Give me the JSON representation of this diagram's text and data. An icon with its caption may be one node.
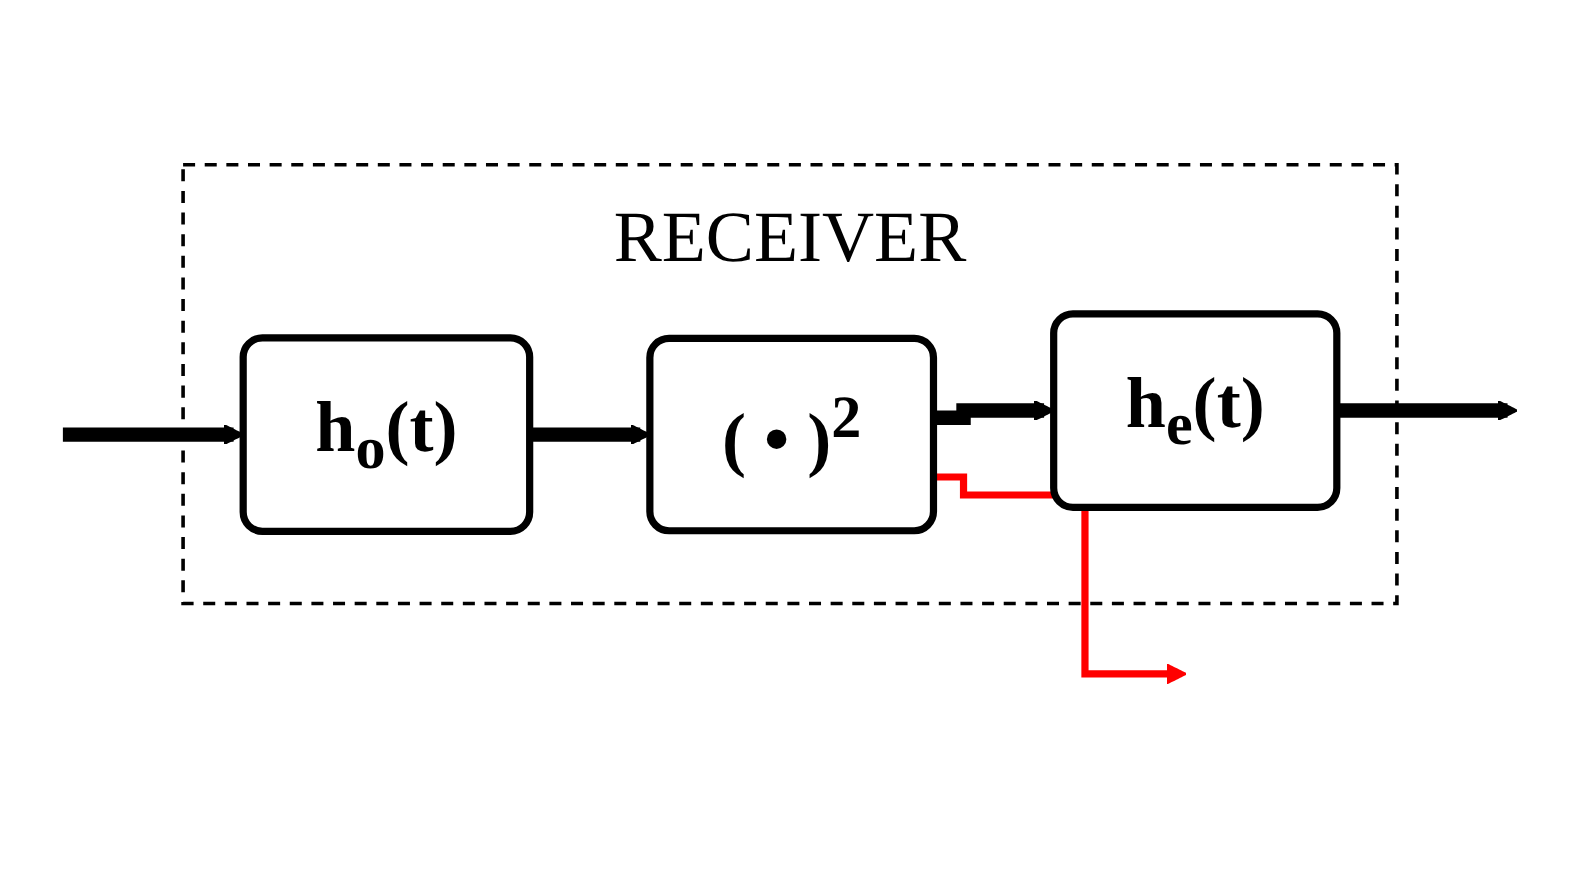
{
  "diagram": {
    "nodes": [
      {
        "text": [
          "RECEIVER"
        ]
      },
      {
        "text": [
          "h$_{o}$(t)"
        ],
        "in": 0
      },
      {
        "text": [
          "( • )$^{2}$"
        ],
        "in": 0
      },
      {
        "text": [
          "h$_{e}$(t)"
        ],
        "in": 0
      }
    ],
    "edges": [
      {
        "from": null,
        "to": 1,
        "arrow": "to"
      },
      {
        "from": 1,
        "to": 2,
        "arrow": "to"
      },
      {
        "from": 2,
        "to": 3,
        "arrow": "to"
      },
      {
        "from": 3,
        "to": null,
        "arrow": "to"
      },
      {
        "from": 2,
        "to": null,
        "arrow": "to",
        "color": "#ff0000"
      }
    ]
  }
}
